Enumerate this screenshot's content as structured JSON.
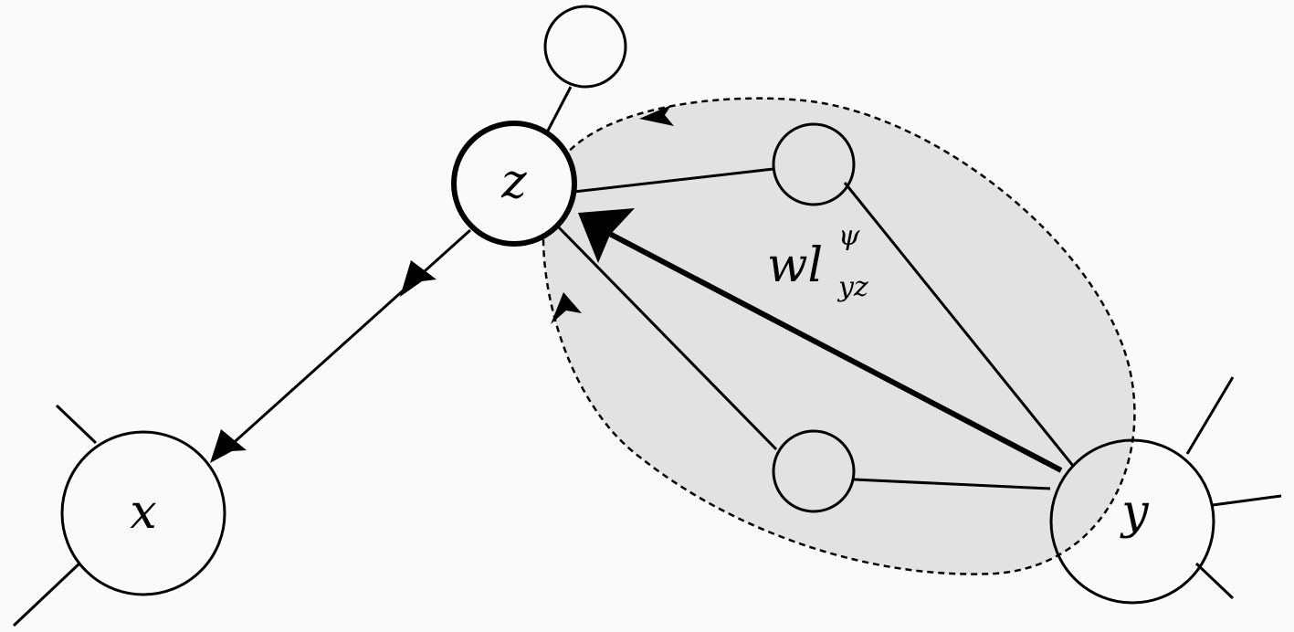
{
  "nodes": {
    "x": {
      "label": "x"
    },
    "y": {
      "label": "y"
    },
    "z": {
      "label": "z"
    }
  },
  "edge_label": {
    "base": "wl",
    "superscript": "ψ",
    "subscript": "yz"
  }
}
